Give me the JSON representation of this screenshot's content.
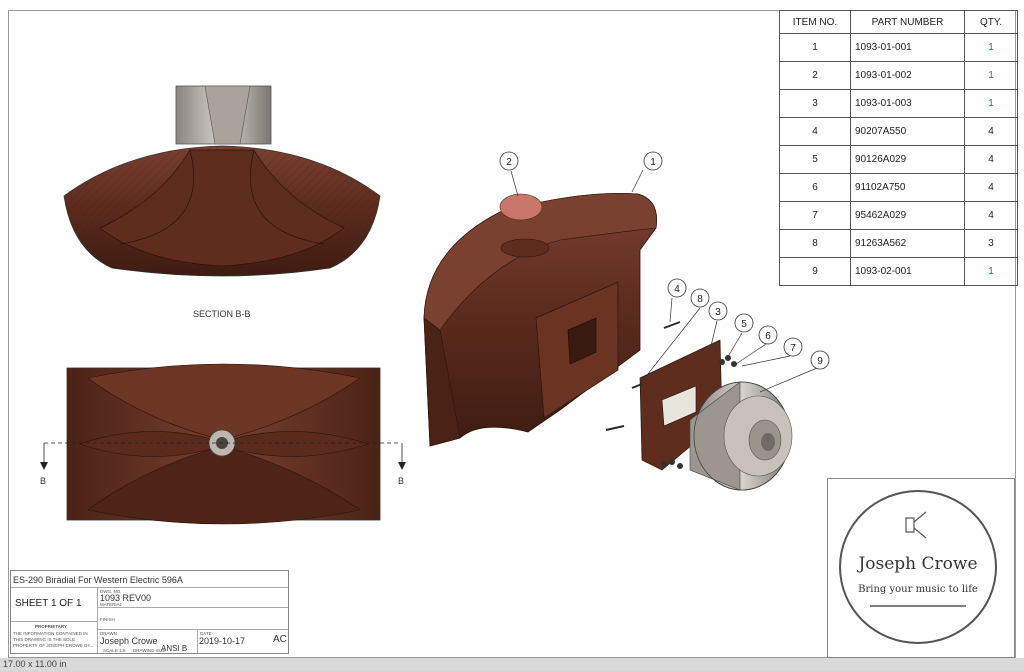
{
  "bom": {
    "headers": [
      "ITEM NO.",
      "PART NUMBER",
      "QTY."
    ],
    "rows": [
      {
        "item": "1",
        "part": "1093-01-001",
        "qty": "1"
      },
      {
        "item": "2",
        "part": "1093-01-002",
        "qty": "1"
      },
      {
        "item": "3",
        "part": "1093-01-003",
        "qty": "1"
      },
      {
        "item": "4",
        "part": "90207A550",
        "qty": "4"
      },
      {
        "item": "5",
        "part": "90126A029",
        "qty": "4"
      },
      {
        "item": "6",
        "part": "91102A750",
        "qty": "4"
      },
      {
        "item": "7",
        "part": "95462A029",
        "qty": "4"
      },
      {
        "item": "8",
        "part": "91263A562",
        "qty": "3"
      },
      {
        "item": "9",
        "part": "1093-02-001",
        "qty": "1"
      }
    ]
  },
  "views": {
    "section_label": "SECTION B-B",
    "section_marker": "B"
  },
  "balloons": [
    "1",
    "2",
    "3",
    "4",
    "5",
    "6",
    "7",
    "8",
    "9"
  ],
  "title_block": {
    "title": "ES-290 Biradial For Western Electric 596A",
    "sheet": "SHEET 1 OF 1",
    "dwg_no_label": "DWG. NO.",
    "dwg_no": "1093 REV00",
    "material_label": "MATERIAL",
    "finish_label": "FINISH",
    "proprietary_label": "PROPRIETARY",
    "proprietary_text": "THE INFORMATION CONTAINED IN THIS DRAWING IS THE SOLE PROPERTY OF JOSEPH CROWE DY...",
    "drawn_label": "DRAWN",
    "drawn_by": "Joseph Crowe",
    "date_label": "DATE",
    "date": "2019-10-17",
    "rev": "AC",
    "scale_label": "SCALE 1:5",
    "drawing_size_label": "DRAWING SIZE",
    "drawing_size": "ANSI B"
  },
  "logo": {
    "name": "Joseph Crowe",
    "tagline": "Bring your music to life"
  },
  "status": {
    "page_size": "17.00 x 11.00 in"
  },
  "colors": {
    "wood": "#5a2a1c",
    "wood_light": "#7a4030",
    "metal": "#b8b2aa",
    "label_disc": "#c9776a"
  }
}
